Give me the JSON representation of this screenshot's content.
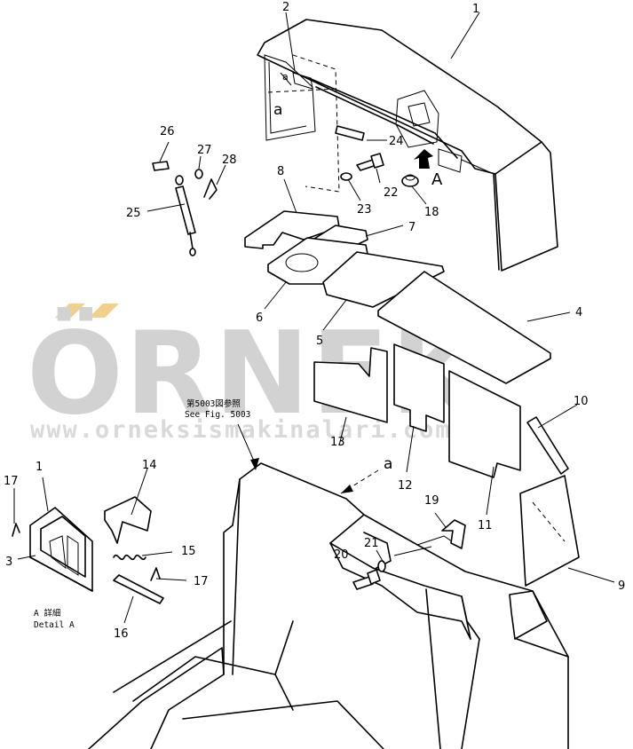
{
  "watermark": {
    "brand": "ÖRNEK",
    "url": "www.orneksismakinalari.com.tr",
    "accent_color": "#f2cf8a",
    "text_color": "#d2d2d2"
  },
  "callouts": {
    "p1a": "1",
    "p2": "2",
    "p3": "3",
    "p4": "4",
    "p5": "5",
    "p6": "6",
    "p7": "7",
    "p8": "8",
    "p9": "9",
    "p10": "10",
    "p11": "11",
    "p12": "12",
    "p13": "13",
    "p14": "14",
    "p15": "15",
    "p16": "16",
    "p17a": "17",
    "p17b": "17",
    "p18": "18",
    "p19": "19",
    "p20": "20",
    "p21": "21",
    "p22": "22",
    "p23": "23",
    "p24": "24",
    "p25": "25",
    "p26": "26",
    "p27": "27",
    "p28": "28",
    "p1b": "1"
  },
  "markers": {
    "view_a": "A",
    "ref_a_top": "a",
    "ref_a_bottom": "a",
    "ref_a_small": "a"
  },
  "notes": {
    "see_fig_jp": "第5003図参照",
    "see_fig_en": "See Fig. 5003",
    "detail_jp": "A 詳細",
    "detail_en": "Detail A"
  }
}
